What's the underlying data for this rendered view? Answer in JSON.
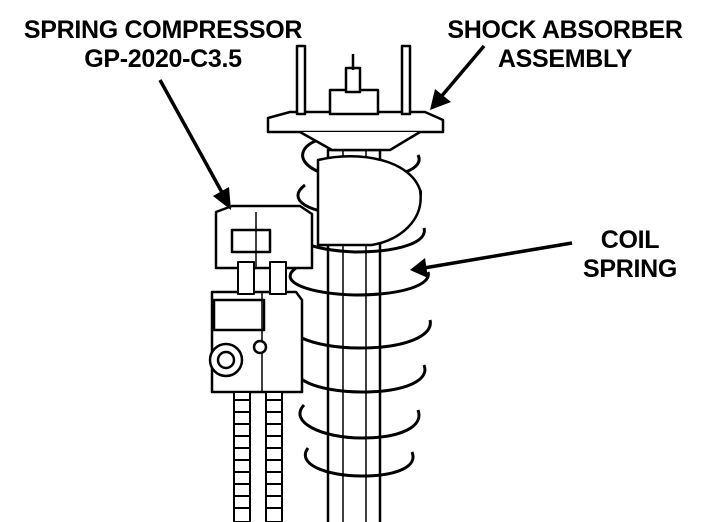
{
  "labels": {
    "spring_compressor": {
      "line1": "SPRING COMPRESSOR",
      "line2": "GP-2020-C3.5"
    },
    "shock_absorber": {
      "line1": "SHOCK ABSORBER",
      "line2": "ASSEMBLY"
    },
    "coil_spring": {
      "line1": "COIL",
      "line2": "SPRING"
    }
  },
  "colors": {
    "ink": "#000000",
    "paper": "#ffffff"
  }
}
